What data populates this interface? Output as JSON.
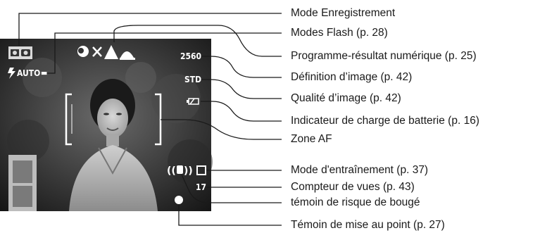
{
  "screen": {
    "flash_mode_text": "AUTO",
    "resolution_text": "2560",
    "quality_text": "STD",
    "frame_counter_text": "17"
  },
  "callouts": [
    {
      "id": "recording-mode",
      "label": "Mode Enregistrement"
    },
    {
      "id": "flash-modes",
      "label": "Modes Flash (p. 28)"
    },
    {
      "id": "digital-subject-program",
      "label": "Programme-résultat numérique (p. 25)"
    },
    {
      "id": "image-size",
      "label": "Définition d’image (p. 42)"
    },
    {
      "id": "image-quality",
      "label": "Qualité d’image (p. 42)"
    },
    {
      "id": "battery-indicator",
      "label": "Indicateur de charge de batterie (p. 16)"
    },
    {
      "id": "af-frame",
      "label": "Zone AF"
    },
    {
      "id": "drive-mode",
      "label": "Mode d'entraînement (p. 37)"
    },
    {
      "id": "frame-counter",
      "label": "Compteur de vues (p. 43)"
    },
    {
      "id": "camera-shake",
      "label": "témoin de risque de bougé"
    },
    {
      "id": "focus-signal",
      "label": "Témoin de mise au point (p. 27)"
    }
  ]
}
